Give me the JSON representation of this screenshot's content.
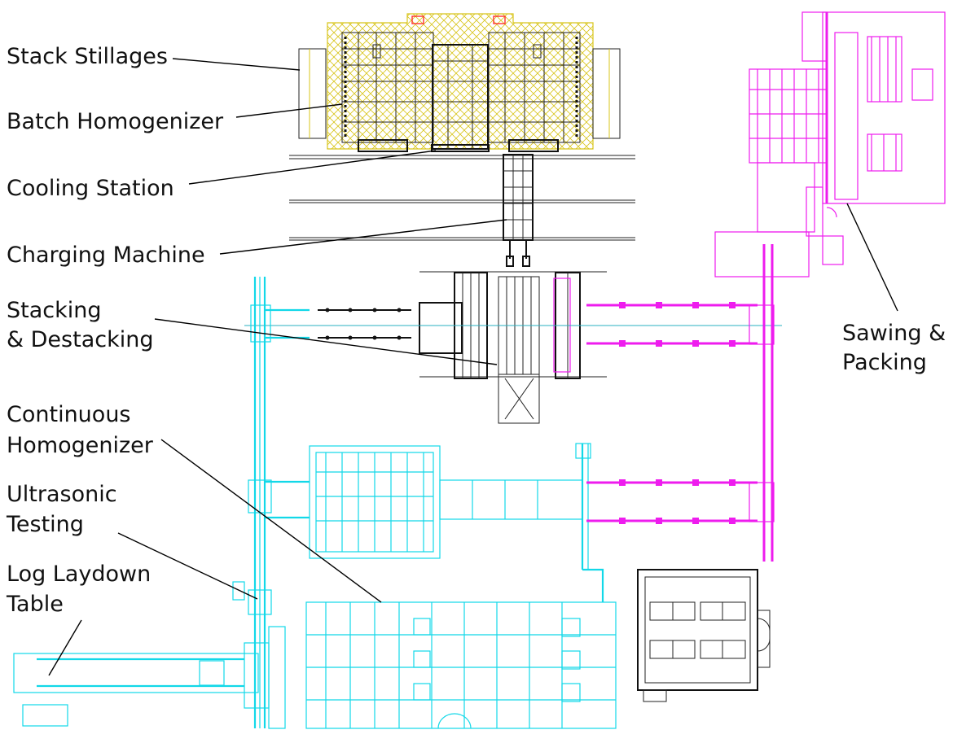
{
  "labels": {
    "stack_stillages": "Stack Stillages",
    "batch_homogenizer": "Batch Homogenizer",
    "cooling_station": "Cooling Station",
    "charging_machine": "Charging Machine",
    "stacking_line1": "Stacking",
    "stacking_line2": "& Destacking",
    "continuous_line1": "Continuous",
    "continuous_line2": "Homogenizer",
    "ultrasonic_line1": "Ultrasonic",
    "ultrasonic_line2": "Testing",
    "log_laydown_line1": "Log Laydown",
    "log_laydown_line2": "Table",
    "sawing_line1": "Sawing &",
    "sawing_line2": "Packing"
  },
  "colors": {
    "cyan_equipment": "#12d8e8",
    "magenta_equipment": "#ee1cee",
    "black_equipment": "#222222",
    "yellow_hatch": "#d8c41a",
    "red_accent": "#ff3030",
    "label_text": "#111111"
  }
}
